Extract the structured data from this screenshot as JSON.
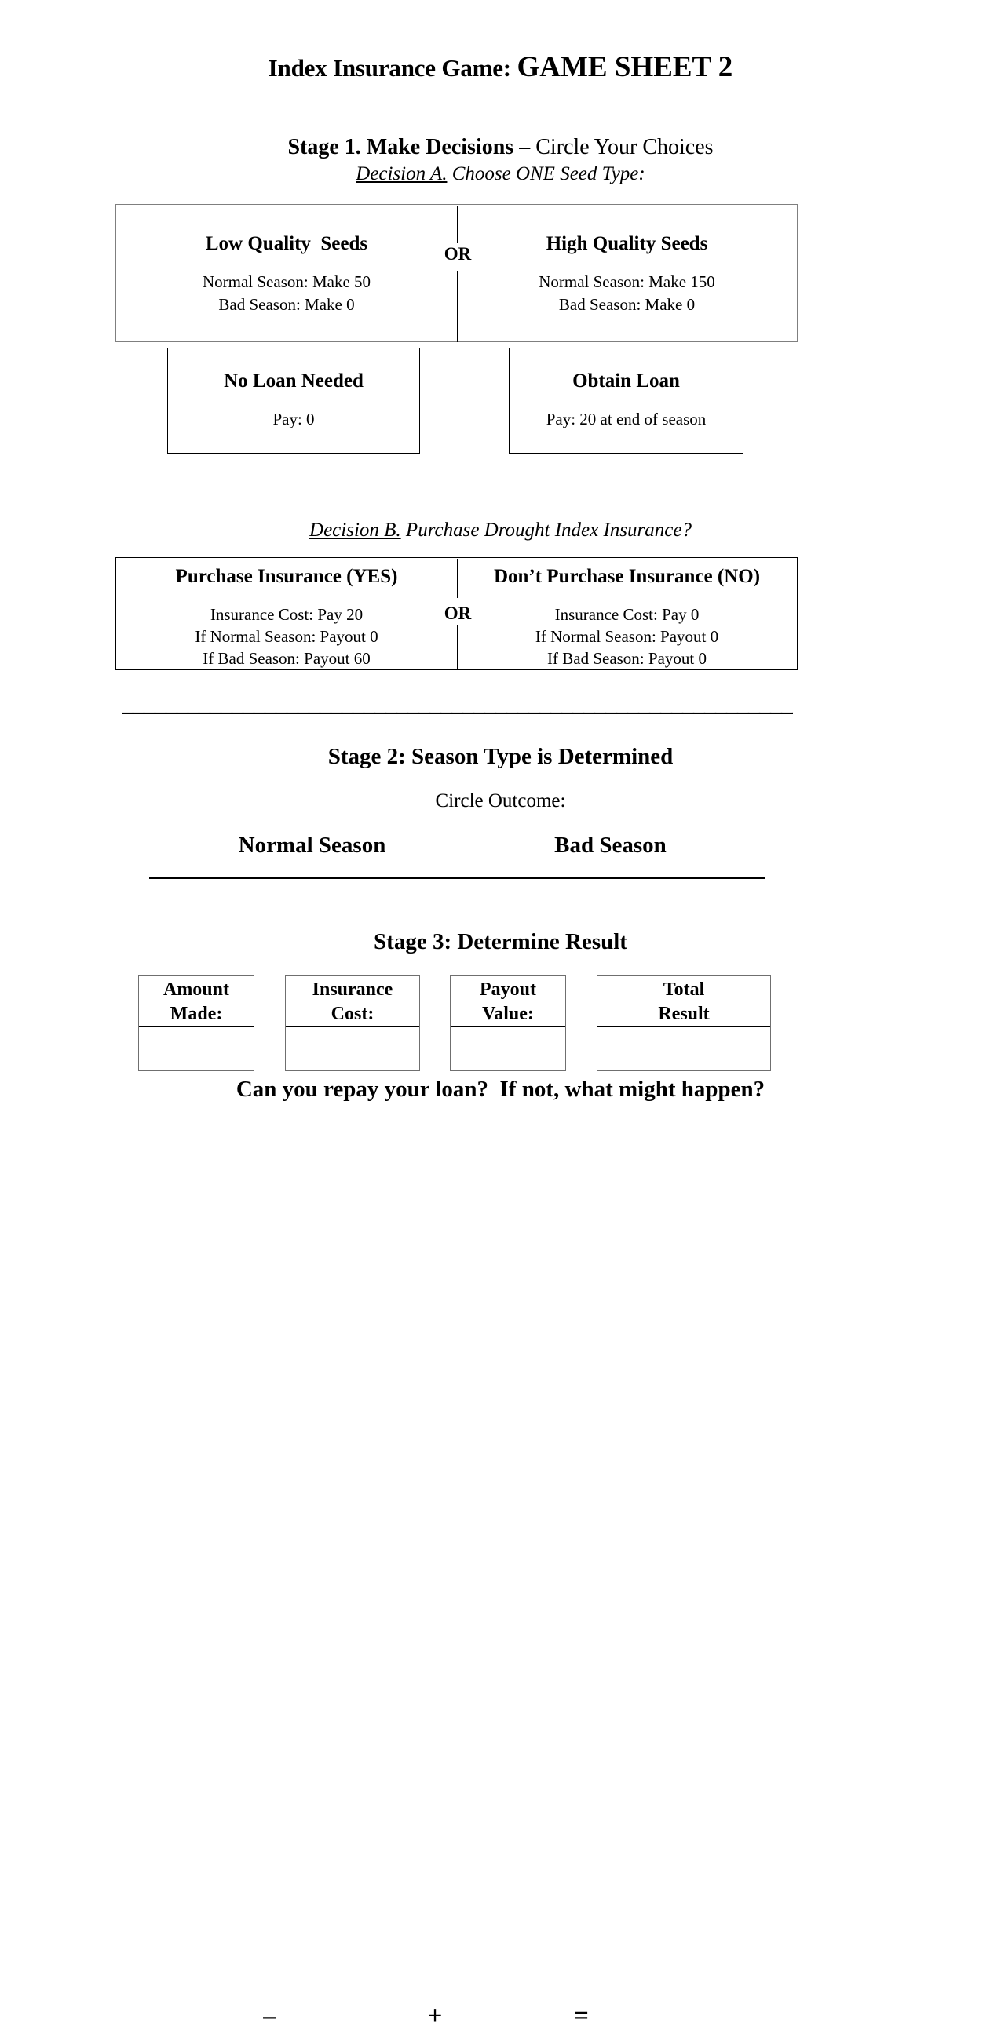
{
  "title": {
    "prefix": "Index Insurance Game: ",
    "sheet": "GAME SHEET 2"
  },
  "stage1": {
    "heading_bold": "Stage 1. Make Decisions ",
    "heading_regular": "– Circle Your Choices",
    "decision_a_label": "Decision A.",
    "decision_a_text": " Choose ONE Seed Type:",
    "seed_options": [
      {
        "title": "Low Quality  Seeds",
        "normal_season": "Normal Season: Make 50",
        "bad_season": "Bad Season: Make 0"
      },
      {
        "title": "High Quality Seeds",
        "normal_season": "Normal Season: Make 150",
        "bad_season": "Bad Season: Make 0"
      }
    ],
    "seed_or": "OR",
    "loan_options": [
      {
        "title": "No Loan Needed",
        "detail": "Pay: 0"
      },
      {
        "title": "Obtain Loan",
        "detail": "Pay: 20 at end of season"
      }
    ],
    "decision_b_label": "Decision B.",
    "decision_b_text": " Purchase Drought Index Insurance?",
    "insurance_or": "OR",
    "insurance_options": [
      {
        "title": "Purchase Insurance (YES)",
        "cost": "Insurance Cost: Pay 20",
        "normal_payout": "If Normal Season: Payout 0",
        "bad_payout": "If Bad Season: Payout 60"
      },
      {
        "title": "Don’t Purchase Insurance (NO)",
        "cost": "Insurance Cost: Pay 0",
        "normal_payout": "If Normal Season: Payout 0",
        "bad_payout": "If Bad Season: Payout 0"
      }
    ]
  },
  "separators": {
    "rule_1": "______________________________________________________________",
    "rule_2": "_________________________________________________________"
  },
  "stage2": {
    "heading": "Stage 2: Season Type is Determined",
    "instruction": "Circle Outcome:",
    "options": [
      "Normal Season",
      "Bad Season"
    ]
  },
  "stage3": {
    "heading": "Stage 3: Determine Result",
    "columns": [
      {
        "line1": "Amount",
        "line2": "Made:",
        "value": ""
      },
      {
        "line1": "Insurance",
        "line2": "Cost:",
        "value": ""
      },
      {
        "line1": "Payout",
        "line2": "Value:",
        "value": ""
      },
      {
        "line1": "Total",
        "line2": "Result",
        "value": ""
      }
    ],
    "operators": [
      "–",
      "+",
      "="
    ],
    "final_question": "Can you repay your loan?  If not, what might happen?"
  }
}
